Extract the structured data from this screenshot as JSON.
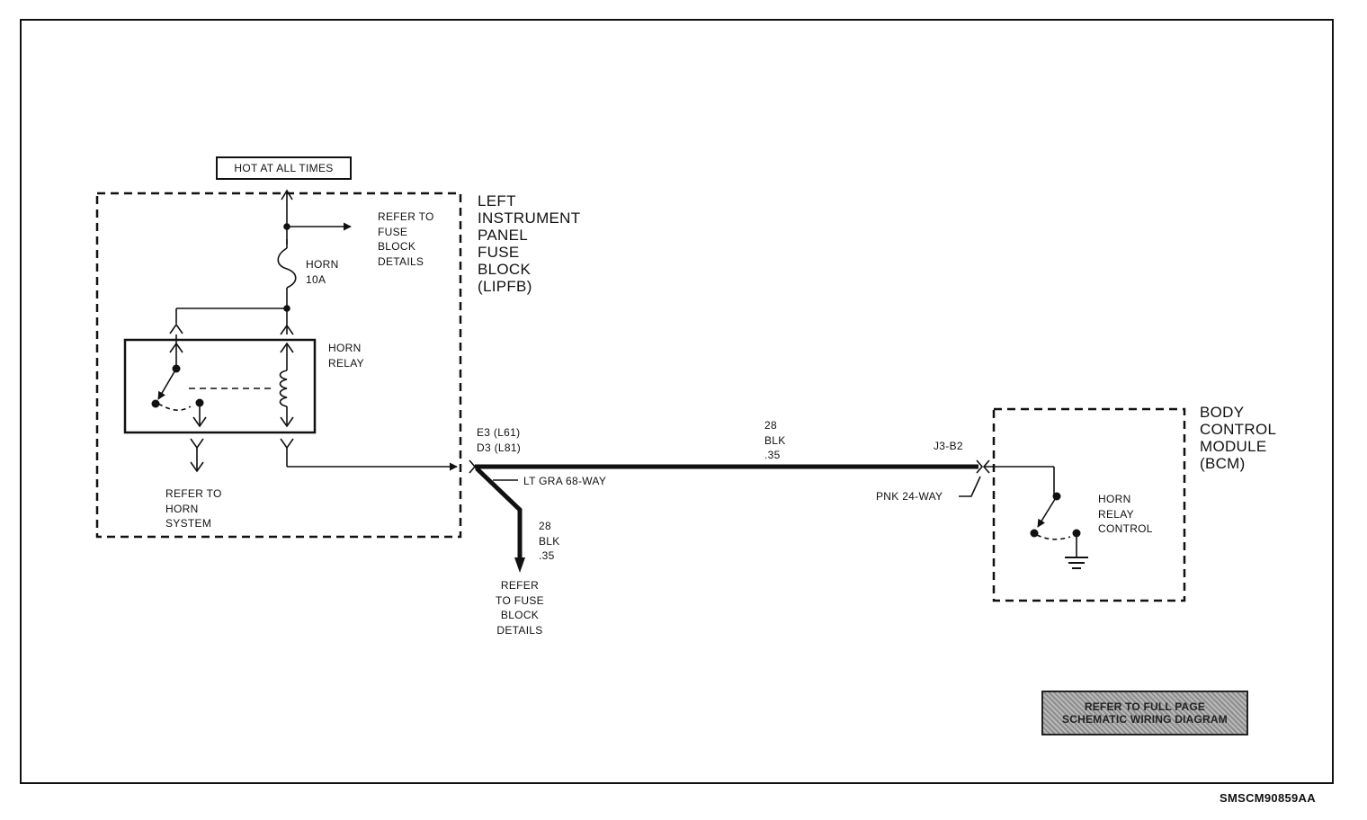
{
  "labels": {
    "hot_at_all_times": "HOT AT ALL TIMES",
    "left_ipfb": "LEFT\nINSTRUMENT\nPANEL\nFUSE\nBLOCK\n(LIPFB)",
    "refer_fuse_top": "REFER TO\nFUSE\nBLOCK\nDETAILS",
    "horn_fuse": "HORN\n10A",
    "horn_relay": "HORN\nRELAY",
    "refer_horn_system": "REFER TO\nHORN\nSYSTEM",
    "connector_lipfb": "E3 (L61)\nD3 (L81)",
    "wire_main": "28\nBLK\n.35",
    "connector_lt_gra": "LT GRA 68-WAY",
    "wire_branch": "28\nBLK\n.35",
    "refer_fuse_bottom": "REFER\nTO FUSE\nBLOCK\nDETAILS",
    "connector_bcm": "J3-B2",
    "connector_pnk": "PNK 24-WAY",
    "bcm": "BODY\nCONTROL\nMODULE\n(BCM)",
    "horn_relay_control": "HORN\nRELAY\nCONTROL",
    "full_page_stamp": "REFER TO FULL PAGE\nSCHEMATIC WIRING DIAGRAM",
    "figure_code": "SMSCM90859AA"
  }
}
